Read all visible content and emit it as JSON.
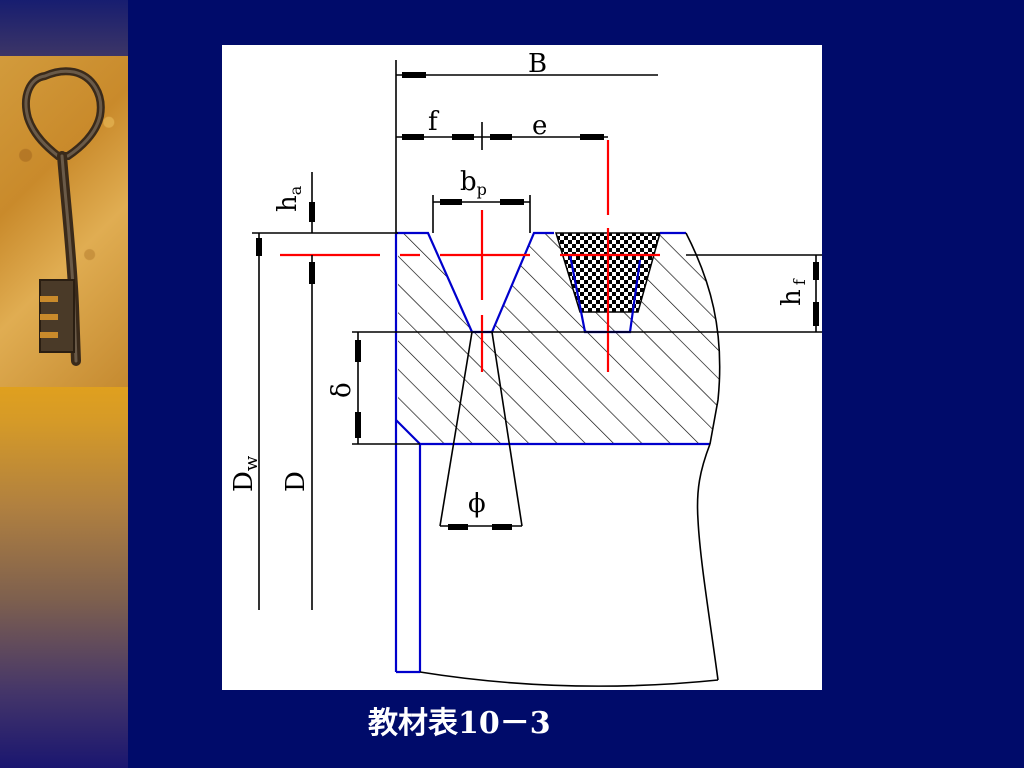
{
  "diagram": {
    "labels": {
      "B": "B",
      "f": "f",
      "e": "e",
      "bp": "b",
      "bp_sub": "p",
      "ha": "h",
      "ha_sub": "a",
      "hf": "h",
      "hf_sub": "f",
      "delta": "δ",
      "Dw": "D",
      "Dw_sub": "w",
      "D": "D",
      "phi": "ϕ"
    },
    "colors": {
      "outline": "#0000cc",
      "center_line": "#ff0000",
      "dimension": "#000000",
      "hatch": "#000000"
    }
  },
  "caption": "教材表10－3"
}
